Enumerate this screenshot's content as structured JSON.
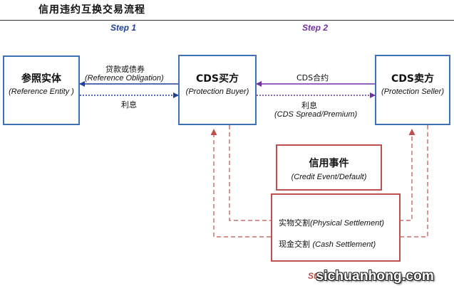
{
  "title": "信用违约互换交易流程",
  "steps": {
    "step1": "Step 1",
    "step2": "Step 2",
    "step3_partial": "St"
  },
  "nodes": {
    "reference_entity": {
      "name": "参照实体",
      "sub": "(Reference Entity )"
    },
    "protection_buyer": {
      "name": "CDS买方",
      "sub": "(Protection Buyer)"
    },
    "protection_seller": {
      "name": "CDS卖方",
      "sub": "(Protection Seller)"
    },
    "credit_event": {
      "name": "信用事件",
      "sub": "(Credit Event/Default)"
    }
  },
  "flows": {
    "loan_cn": "贷款或债券",
    "loan_en": "(Reference Obligation)",
    "interest_1": "利息",
    "cds_contract": "CDS合约",
    "interest_2": "利息",
    "spread_en": "(CDS Spread/Premium)"
  },
  "settlement": {
    "physical_cn": "实物交割",
    "physical_en": "(Physical Settlement)",
    "cash_cn": "现金交割 ",
    "cash_en": "(Cash Settlement)"
  },
  "watermark": "sichuanhong.com",
  "colors": {
    "blue": "#3f71b8",
    "purple": "#7030a0",
    "red": "#c0504d",
    "navy": "#1f3f99"
  }
}
